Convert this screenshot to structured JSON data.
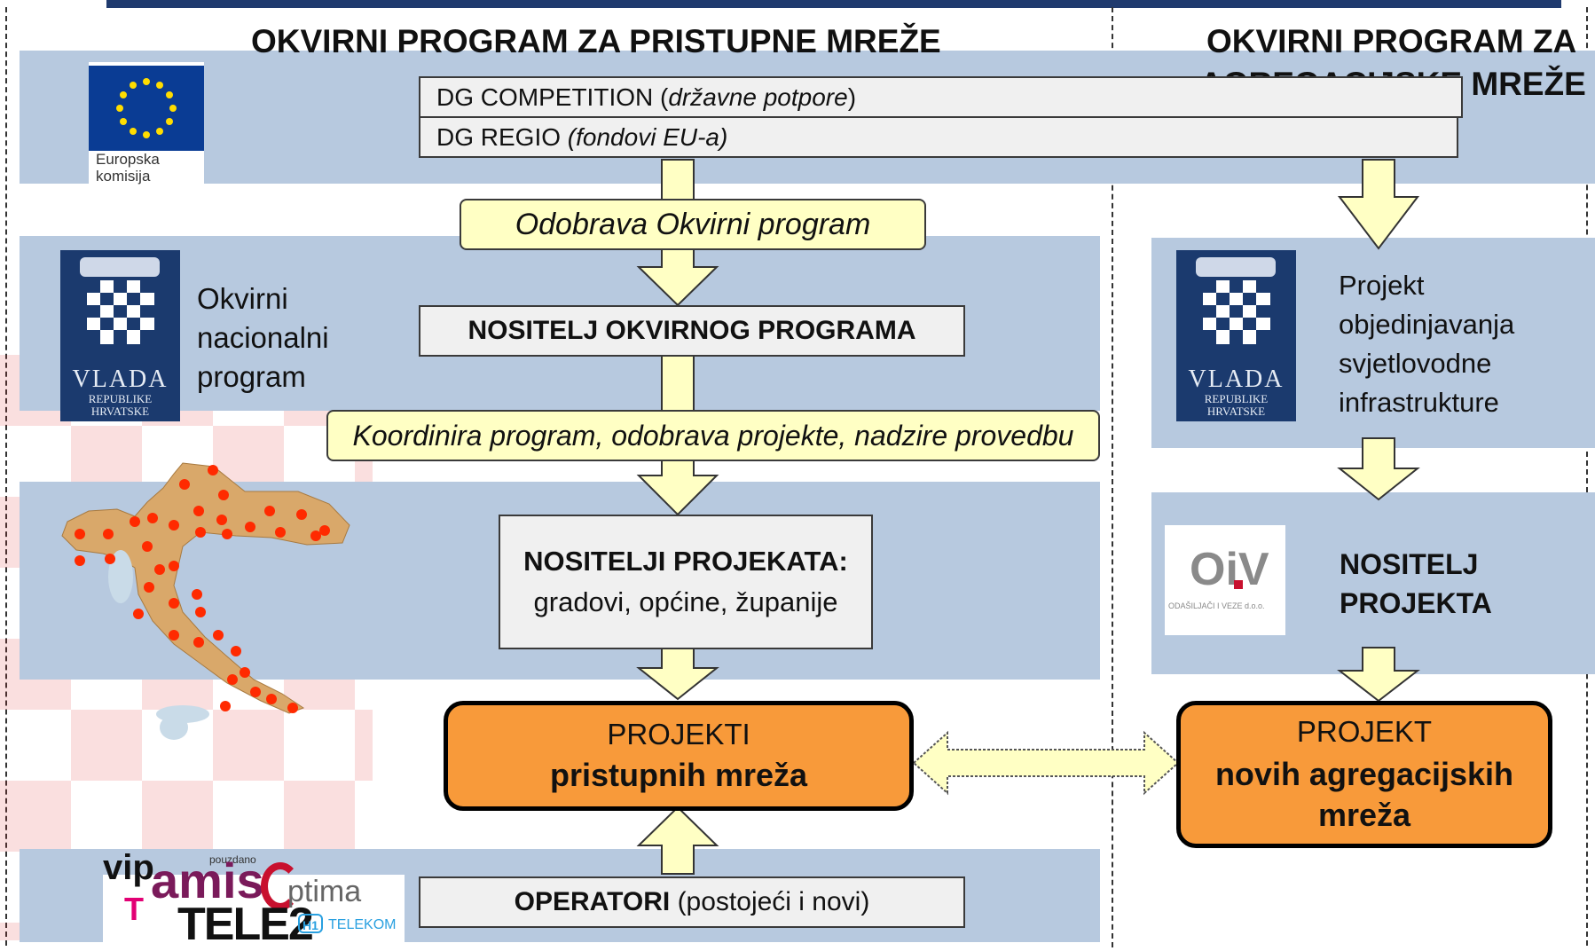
{
  "titles": {
    "left": "OKVIRNI PROGRAM ZA PRISTUPNE MREŽE",
    "right_line1": "OKVIRNI PROGRAM ZA",
    "right_line2": "AGREGACIJSKE MREŽE"
  },
  "eu": {
    "logo_line1": "Europska",
    "logo_line2": "komisija",
    "dg_competition": "DG COMPETITION (",
    "dg_competition_em": "državne potpore",
    "dg_competition_end": ")",
    "dg_regio": "DG REGIO ",
    "dg_regio_em": "(fondovi EU-a)"
  },
  "flow_left": {
    "approves": "Odobrava Okvirni program",
    "national_line1": "Okvirni",
    "national_line2": "nacionalni",
    "national_line3": "program",
    "holder": "NOSITELJ OKVIRNOG PROGRAMA",
    "coordinates": "Koordinira program, odobrava projekte, nadzire provedbu",
    "project_holders_title": "NOSITELJI PROJEKATA:",
    "project_holders_sub": "gradovi, općine, županije",
    "projects_line1": "PROJEKTI",
    "projects_line2": "pristupnih mreža",
    "operators_bold": "OPERATORI",
    "operators_rest": " (postojeći i novi)"
  },
  "flow_right": {
    "project_desc_1": "Projekt",
    "project_desc_2": "objedinjavanja",
    "project_desc_3": "svjetlovodne",
    "project_desc_4": "infrastrukture",
    "holder_line1": "NOSITELJ",
    "holder_line2": "PROJEKTA",
    "oiv_logo": "OiV",
    "oiv_sub": "ODAŠILJAČI I VEZE d.o.o.",
    "project_line1": "PROJEKT",
    "project_line2": "novih agregacijskih",
    "project_line3": "mreža"
  },
  "government": {
    "logo_word": "VLADA",
    "logo_line2": "REPUBLIKE",
    "logo_line3": "HRVATSKE"
  },
  "operators_logos": {
    "vip": "vip",
    "amis": "amis",
    "pouzdano": "pouzdano",
    "optima": "ptima",
    "t": "T",
    "tele2": "TELE2",
    "h1": "H1",
    "h1_telekom": "TELEKOM"
  },
  "colors": {
    "band": "#b7c9df",
    "yellow_box": "#ffffc4",
    "orange_box": "#f89a3a",
    "top_border": "#1f3a6e"
  }
}
